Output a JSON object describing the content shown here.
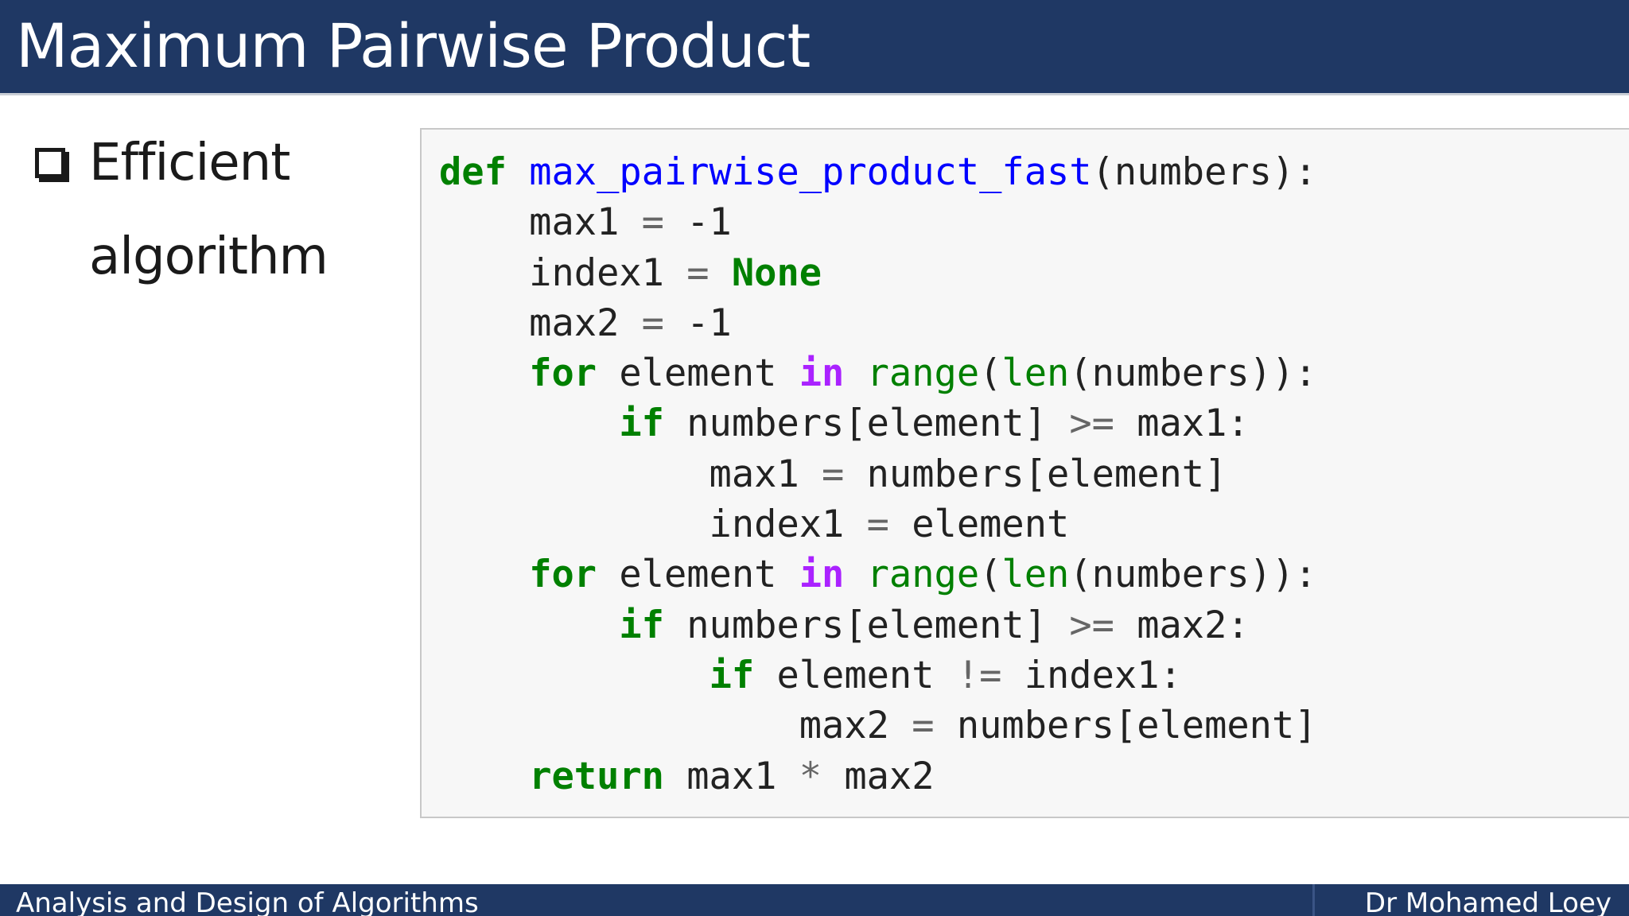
{
  "slide": {
    "title": "Maximum Pairwise Product",
    "bullet": "Efficient algorithm"
  },
  "code": {
    "language": "python",
    "lines": [
      "def max_pairwise_product_fast(numbers):",
      "    max1 = -1",
      "    index1 = None",
      "    max2 = -1",
      "    for element in range(len(numbers)):",
      "        if numbers[element] >= max1:",
      "            max1 = numbers[element]",
      "            index1 = element",
      "    for element in range(len(numbers)):",
      "        if numbers[element] >= max2:",
      "            if element != index1:",
      "                max2 = numbers[element]",
      "    return max1 * max2"
    ]
  },
  "footer": {
    "left": "Analysis and Design of Algorithms",
    "right": "Dr Mohamed Loey"
  },
  "colors": {
    "title_bar": "#1f3864",
    "keyword": "#008000",
    "keyword_in": "#aa22ff",
    "function_name": "#0000ff",
    "code_background": "#f7f7f7"
  }
}
